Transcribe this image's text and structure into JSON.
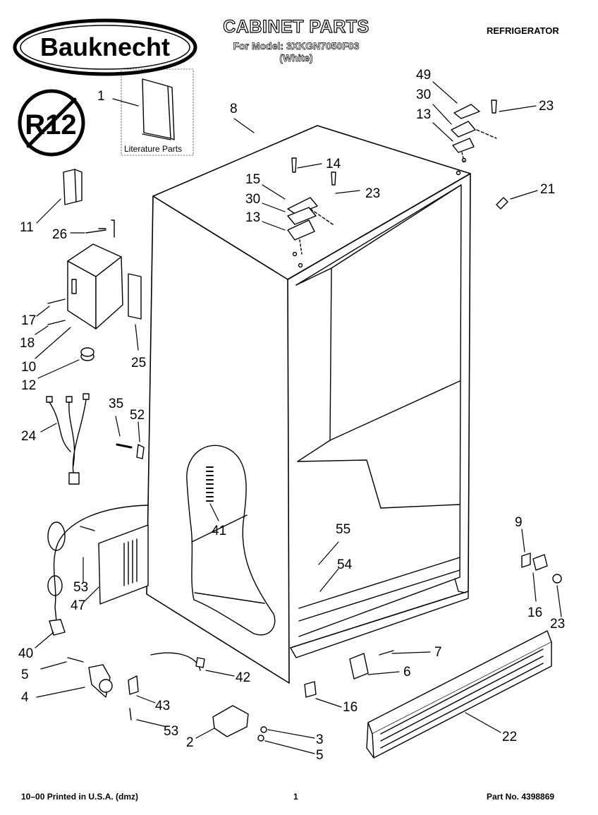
{
  "header": {
    "brand": "Bauknecht",
    "title": "CABINET PARTS",
    "model_line": "For Model: 3XKGN7050F03",
    "color_line": "(White)",
    "category": "REFRIGERATOR"
  },
  "badges": {
    "r12_symbol": "R12"
  },
  "literature_label": "Literature Parts",
  "part_labels": [
    {
      "num": "1"
    },
    {
      "num": "8"
    },
    {
      "num": "49"
    },
    {
      "num": "30"
    },
    {
      "num": "13"
    },
    {
      "num": "23"
    },
    {
      "num": "14"
    },
    {
      "num": "15"
    },
    {
      "num": "30"
    },
    {
      "num": "13"
    },
    {
      "num": "23"
    },
    {
      "num": "21"
    },
    {
      "num": "11"
    },
    {
      "num": "26"
    },
    {
      "num": "17"
    },
    {
      "num": "18"
    },
    {
      "num": "10"
    },
    {
      "num": "25"
    },
    {
      "num": "12"
    },
    {
      "num": "35"
    },
    {
      "num": "52"
    },
    {
      "num": "24"
    },
    {
      "num": "41"
    },
    {
      "num": "55"
    },
    {
      "num": "54"
    },
    {
      "num": "9"
    },
    {
      "num": "16"
    },
    {
      "num": "23"
    },
    {
      "num": "53"
    },
    {
      "num": "47"
    },
    {
      "num": "40"
    },
    {
      "num": "7"
    },
    {
      "num": "6"
    },
    {
      "num": "5"
    },
    {
      "num": "42"
    },
    {
      "num": "4"
    },
    {
      "num": "43"
    },
    {
      "num": "16"
    },
    {
      "num": "22"
    },
    {
      "num": "53"
    },
    {
      "num": "3"
    },
    {
      "num": "2"
    },
    {
      "num": "5"
    }
  ],
  "footer": {
    "print_info": "10–00 Printed in U.S.A. (dmz)",
    "page_number": "1",
    "part_number": "Part No. 4398869"
  }
}
